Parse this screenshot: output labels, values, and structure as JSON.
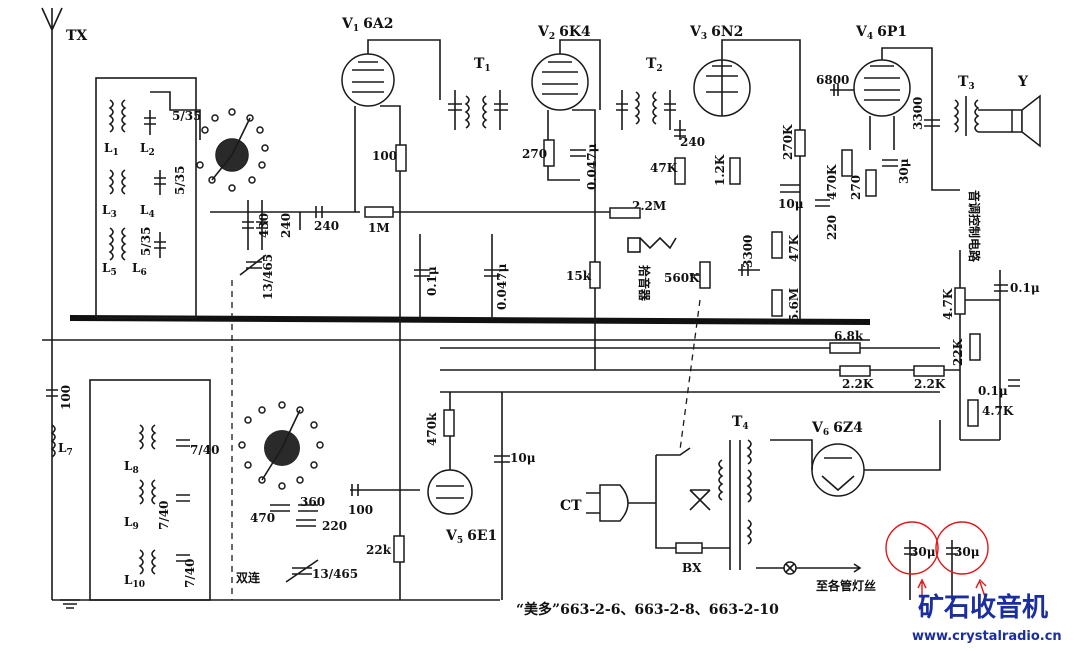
{
  "antenna_label": "TX",
  "speaker_label": "Y",
  "tubes": [
    {
      "sym": "V",
      "sub": "1",
      "type": "6A2"
    },
    {
      "sym": "V",
      "sub": "2",
      "type": "6K4"
    },
    {
      "sym": "V",
      "sub": "3",
      "type": "6N2"
    },
    {
      "sym": "V",
      "sub": "4",
      "type": "6P1"
    },
    {
      "sym": "V",
      "sub": "5",
      "type": "6E1"
    },
    {
      "sym": "V",
      "sub": "6",
      "type": "6Z4"
    }
  ],
  "transformers": [
    "T",
    "T",
    "T",
    "T"
  ],
  "transformer_subs": [
    "1",
    "2",
    "3",
    "4"
  ],
  "coils": {
    "L1": "L",
    "L1s": "1",
    "L2": "L",
    "L2s": "2",
    "L3": "L",
    "L3s": "3",
    "L4": "L",
    "L4s": "4",
    "L5": "L",
    "L5s": "5",
    "L6": "L",
    "L6s": "6",
    "L7": "L",
    "L7s": "7",
    "L8": "L",
    "L8s": "8",
    "L9": "L",
    "L9s": "9",
    "L10": "L",
    "L10s": "10"
  },
  "values": {
    "c_5_35_a": "5/35",
    "c_5_35_b": "5/35",
    "c_5_35_c": "5/35",
    "c_430": "430",
    "c_240_a": "240",
    "c_240_b": "240",
    "c_13_465_a": "13/465",
    "r_1M": "1M",
    "r_100": "100",
    "r_270": "270",
    "c_0047_a": "0.047μ",
    "r_47K_a": "47K",
    "c_240_c": "240",
    "r_2_2M": "2.2M",
    "c_0_1_a": "0.1μ",
    "c_0047_b": "0.047μ",
    "r_15k": "15k",
    "r_560K": "560K",
    "c_3300_a": "3300",
    "r_1_2K": "1.2K",
    "r_270K": "270K",
    "c_10u_a": "10μ",
    "r_47K_b": "47K",
    "r_5_6M": "5.6M",
    "c_6800": "6800",
    "r_470K": "470K",
    "c_220_a": "220",
    "r_270_b": "270",
    "c_30u_a": "30μ",
    "c_3300_b": "3300",
    "r_6_8k": "6.8k",
    "r_2_2K_a": "2.2K",
    "r_2_2K_b": "2.2K",
    "r_4_7K_a": "4.7K",
    "r_22K": "22K",
    "c_0_1_b": "0.1μ",
    "c_0_1_c": "0.1μ",
    "r_4_7K_b": "4.7K",
    "c_100_a": "100",
    "c_7_40_a": "7/40",
    "c_7_40_b": "7/40",
    "c_7_40_c": "7/40",
    "c_470": "470",
    "c_360": "360",
    "c_220_b": "220",
    "c_100_b": "100",
    "r_22k": "22k",
    "c_13_465_b": "13/465",
    "r_470k": "470k",
    "c_10u_b": "10μ",
    "c_30u_b": "30μ",
    "c_30u_c": "30μ"
  },
  "texts": {
    "pickup": "拾音器",
    "tone_control": "音调控制电路",
    "dual_gang": "双连",
    "ct": "CT",
    "bx": "BX",
    "to_lamps": "至各管灯丝",
    "model": "“美多”663-2-6、663-2-8、663-2-10",
    "watermark_title": "矿石收音机",
    "watermark_url": "www.crystalradio.cn"
  }
}
